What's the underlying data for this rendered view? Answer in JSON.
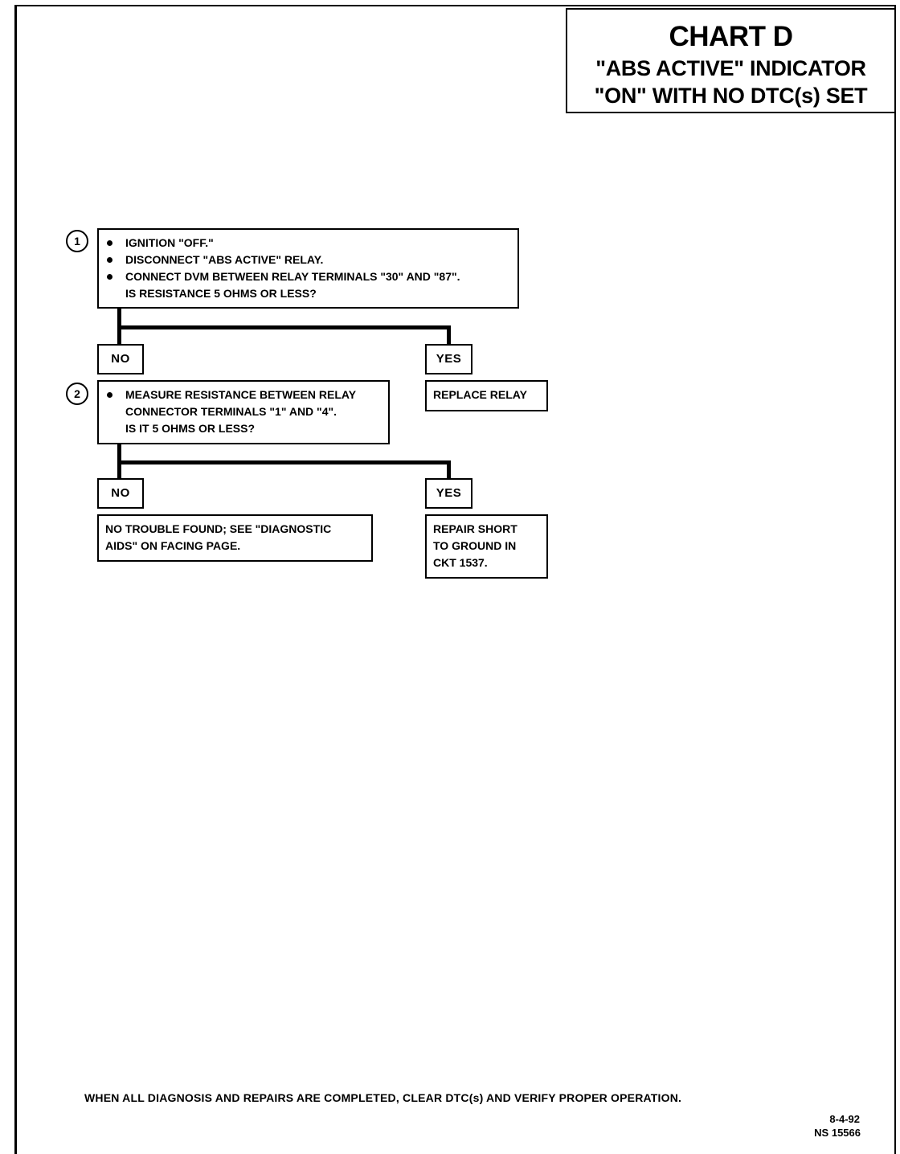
{
  "header": {
    "title": "CHART D",
    "subtitle_line1": "\"ABS ACTIVE\" INDICATOR",
    "subtitle_line2": "\"ON\" WITH NO DTC(s) SET"
  },
  "steps": [
    {
      "number": "1",
      "bullets": [
        "IGNITION \"OFF.\"",
        "DISCONNECT \"ABS ACTIVE\" RELAY.",
        "CONNECT DVM BETWEEN RELAY TERMINALS \"30\" AND \"87\"."
      ],
      "question": "IS RESISTANCE 5 OHMS OR LESS?",
      "branch_no_label": "NO",
      "branch_yes_label": "YES",
      "yes_result": [
        "REPLACE RELAY"
      ]
    },
    {
      "number": "2",
      "bullets": [
        "MEASURE RESISTANCE BETWEEN RELAY CONNECTOR TERMINALS \"1\" AND \"4\"."
      ],
      "question": "IS IT 5 OHMS OR LESS?",
      "branch_no_label": "NO",
      "branch_yes_label": "YES",
      "no_result": [
        "NO TROUBLE FOUND;  SEE \"DIAGNOSTIC",
        "AIDS\" ON FACING PAGE."
      ],
      "yes_result": [
        "REPAIR SHORT",
        "TO GROUND IN",
        "CKT 1537."
      ]
    }
  ],
  "footer": {
    "note": "WHEN ALL DIAGNOSIS AND REPAIRS ARE COMPLETED, CLEAR DTC(s) AND VERIFY PROPER OPERATION.",
    "date": "8-4-92",
    "doc_id": "NS 15566"
  }
}
